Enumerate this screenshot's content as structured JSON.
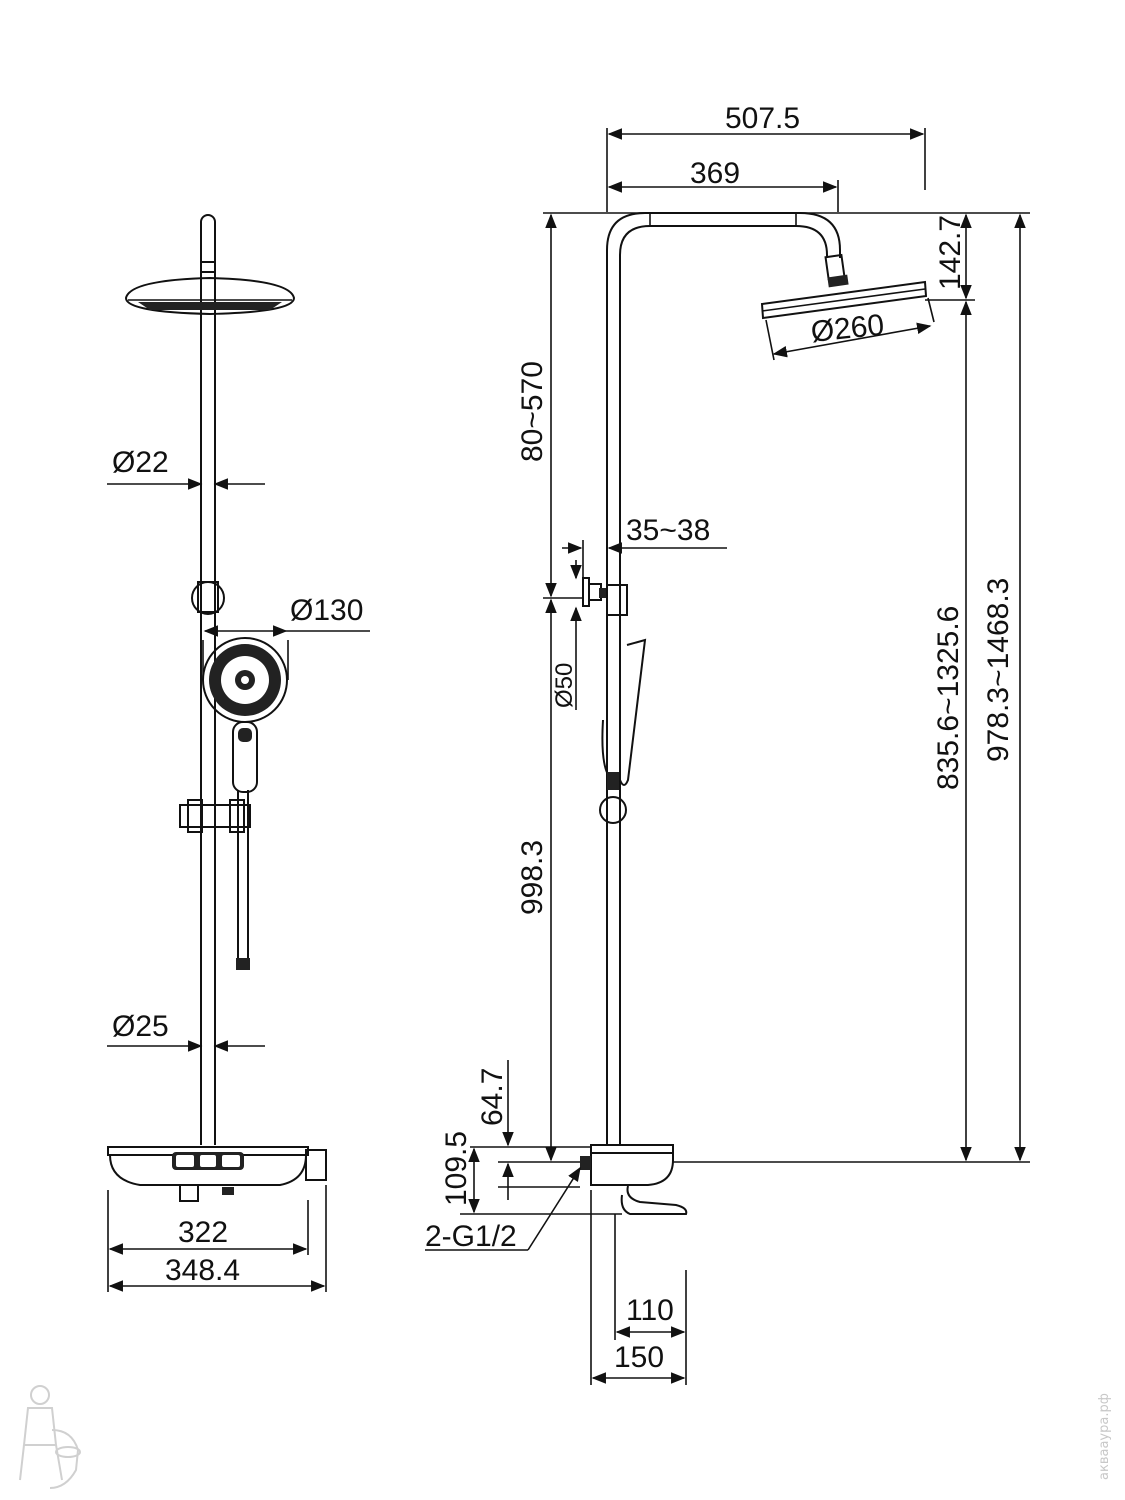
{
  "dimensions": {
    "total_width": "507.5",
    "arm_length": "369",
    "head_drop": "142.7",
    "head_diameter": "Ø260",
    "adjust_range_top": "80~570",
    "wall_offset": "35~38",
    "bracket_diameter": "Ø50",
    "bracket_height": "998.3",
    "head_height_range": "835.6~1325.6",
    "total_height_range": "978.3~1468.3",
    "pipe_diameter_upper": "Ø22",
    "pipe_diameter_lower": "Ø25",
    "hand_shower_diameter": "Ø130",
    "shelf_width": "322",
    "overall_width": "348.4",
    "inlet_height": "64.7",
    "mixer_height": "109.5",
    "inlet_thread": "2-G1/2",
    "depth_spout": "110",
    "depth_total": "150"
  },
  "watermark": "аквааура.рф",
  "colors": {
    "line": "#111111",
    "background": "#ffffff"
  },
  "icons": [
    "plumber-logo-icon"
  ]
}
